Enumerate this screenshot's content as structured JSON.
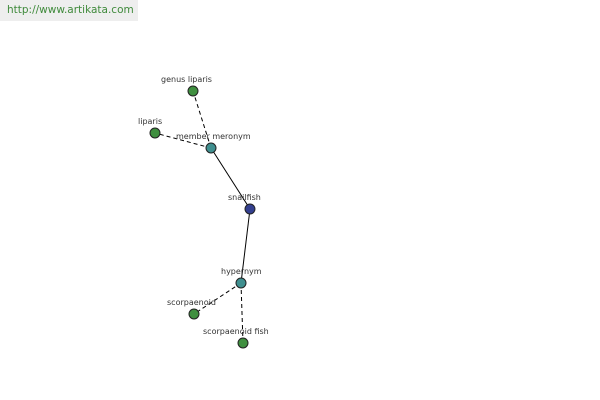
{
  "banner": {
    "url_text": "http://www.artikata.com"
  },
  "colors": {
    "center_node": "#333f8f",
    "relation_node": "#3f8f8f",
    "leaf_node": "#3f8f3f",
    "banner_text": "#3f8a3b",
    "banner_background": "#eeeeee"
  },
  "graph": {
    "nodes": [
      {
        "id": "snailfish",
        "label": "snailfish",
        "kind": "center"
      },
      {
        "id": "member-meronym",
        "label": "member meronym",
        "kind": "relation"
      },
      {
        "id": "hypernym",
        "label": "hypernym",
        "kind": "relation"
      },
      {
        "id": "genus-liparis",
        "label": "genus liparis",
        "kind": "leaf"
      },
      {
        "id": "liparis",
        "label": "liparis",
        "kind": "leaf"
      },
      {
        "id": "scorpaenoid",
        "label": "scorpaenoid",
        "kind": "leaf"
      },
      {
        "id": "scorpaenoid-fish",
        "label": "scorpaenoid fish",
        "kind": "leaf"
      }
    ],
    "edges": [
      {
        "from": "snailfish",
        "to": "member-meronym",
        "style": "solid"
      },
      {
        "from": "snailfish",
        "to": "hypernym",
        "style": "solid"
      },
      {
        "from": "member-meronym",
        "to": "genus-liparis",
        "style": "dashed"
      },
      {
        "from": "member-meronym",
        "to": "liparis",
        "style": "dashed"
      },
      {
        "from": "hypernym",
        "to": "scorpaenoid",
        "style": "dashed"
      },
      {
        "from": "hypernym",
        "to": "scorpaenoid-fish",
        "style": "dashed"
      }
    ]
  }
}
